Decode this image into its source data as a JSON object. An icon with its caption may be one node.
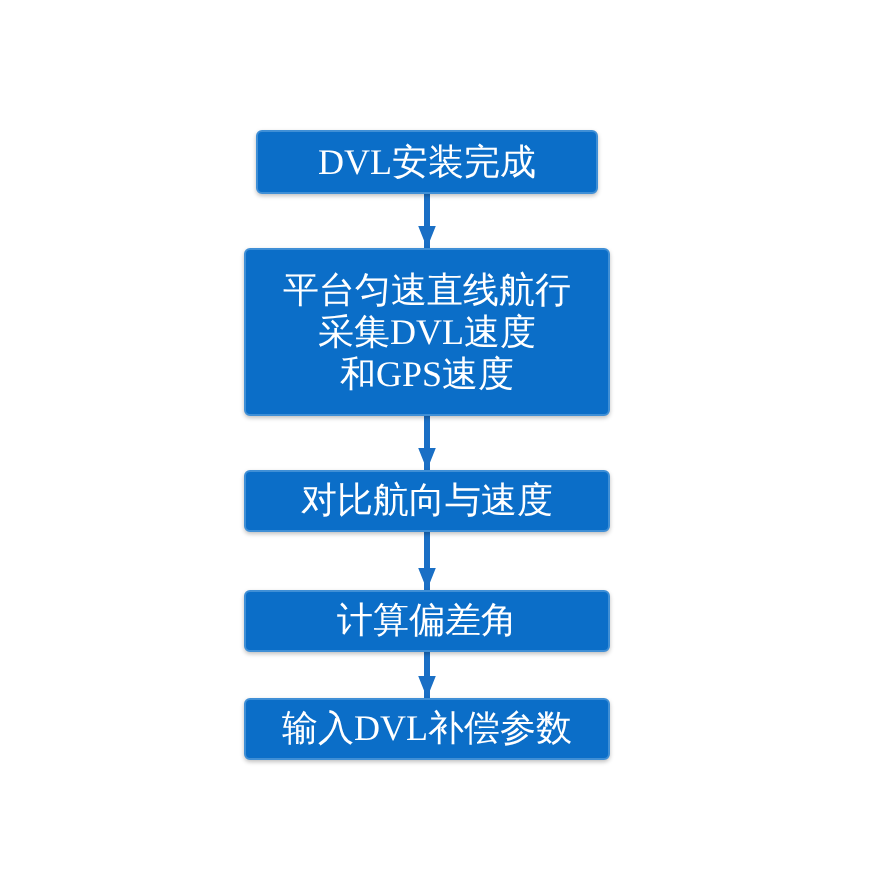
{
  "diagram": {
    "nodes": [
      {
        "text": [
          "DVL安装完成"
        ]
      },
      {
        "text": [
          "平台匀速直线航行采集DVL速度和GPS速度"
        ]
      },
      {
        "text": [
          "对比航向与速度"
        ]
      },
      {
        "text": [
          "计算偏差角"
        ]
      },
      {
        "text": [
          "输入DVL补偿参数"
        ]
      }
    ],
    "edges": [
      {
        "from": 0,
        "to": 1,
        "arrow": "to"
      },
      {
        "from": 1,
        "to": 2,
        "arrow": "to"
      },
      {
        "from": 2,
        "to": 3,
        "arrow": "to"
      },
      {
        "from": 3,
        "to": 4,
        "arrow": "to"
      }
    ]
  }
}
